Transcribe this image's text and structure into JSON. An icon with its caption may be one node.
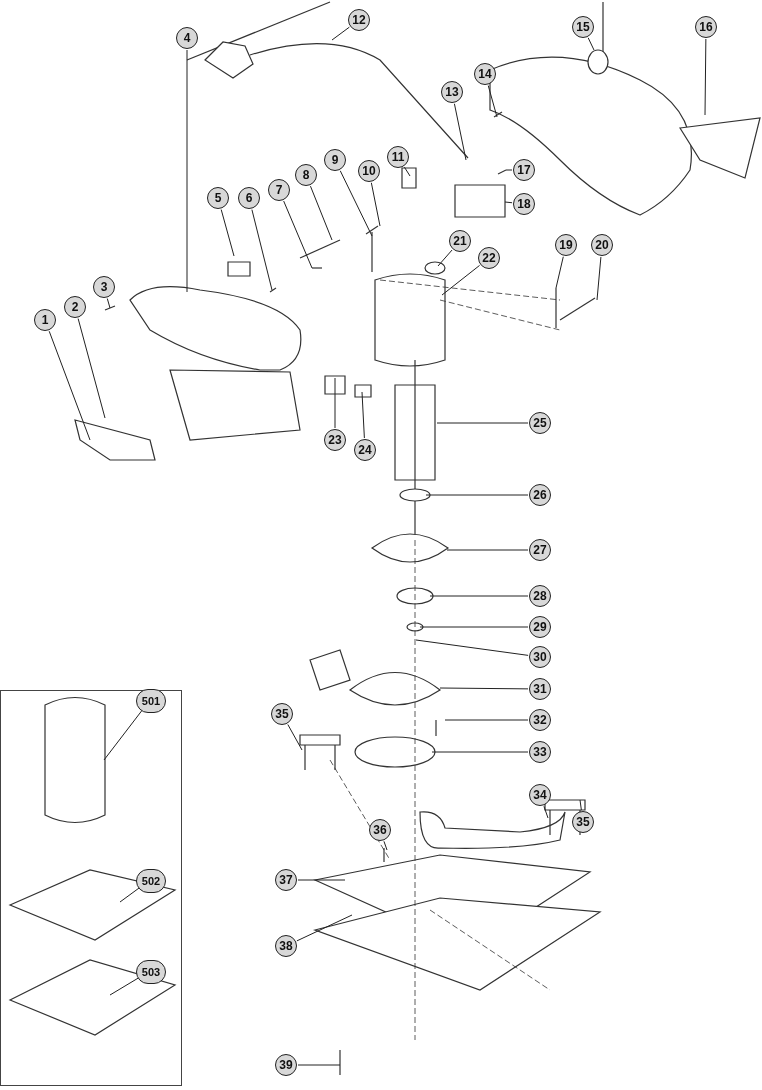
{
  "diagram": {
    "nodes": [
      {
        "text": [
          "1"
        ]
      },
      {
        "text": [
          "2"
        ]
      },
      {
        "text": [
          "3"
        ]
      },
      {
        "text": [
          "4"
        ]
      },
      {
        "text": [
          "5"
        ]
      },
      {
        "text": [
          "6"
        ]
      },
      {
        "text": [
          "7"
        ]
      },
      {
        "text": [
          "8"
        ]
      },
      {
        "text": [
          "9"
        ]
      },
      {
        "text": [
          "10"
        ]
      },
      {
        "text": [
          "11"
        ]
      },
      {
        "text": [
          "12"
        ]
      },
      {
        "text": [
          "13"
        ]
      },
      {
        "text": [
          "14"
        ]
      },
      {
        "text": [
          "15"
        ]
      },
      {
        "text": [
          "16"
        ]
      },
      {
        "text": [
          "17"
        ]
      },
      {
        "text": [
          "18"
        ]
      },
      {
        "text": [
          "19"
        ]
      },
      {
        "text": [
          "20"
        ]
      },
      {
        "text": [
          "21"
        ]
      },
      {
        "text": [
          "22"
        ]
      },
      {
        "text": [
          "23"
        ]
      },
      {
        "text": [
          "24"
        ]
      },
      {
        "text": [
          "25"
        ]
      },
      {
        "text": [
          "26"
        ]
      },
      {
        "text": [
          "27"
        ]
      },
      {
        "text": [
          "28"
        ]
      },
      {
        "text": [
          "29"
        ]
      },
      {
        "text": [
          "30"
        ]
      },
      {
        "text": [
          "31"
        ]
      },
      {
        "text": [
          "32"
        ]
      },
      {
        "text": [
          "33"
        ]
      },
      {
        "text": [
          "34"
        ]
      },
      {
        "text": [
          "35"
        ]
      },
      {
        "text": [
          "35"
        ]
      },
      {
        "text": [
          "36"
        ]
      },
      {
        "text": [
          "37"
        ]
      },
      {
        "text": [
          "38"
        ]
      },
      {
        "text": [
          "39"
        ]
      },
      {
        "text": [],
        "shape": "box"
      },
      {
        "text": [
          "501"
        ],
        "in": 40
      },
      {
        "text": [
          "502"
        ],
        "in": 40
      },
      {
        "text": [
          "503"
        ],
        "in": 40
      }
    ],
    "edges": [
      {
        "from": 0,
        "to": null,
        "arrow": "none"
      },
      {
        "from": 1,
        "to": null,
        "arrow": "none"
      },
      {
        "from": 2,
        "to": null,
        "arrow": "none"
      },
      {
        "from": 3,
        "to": null,
        "arrow": "none"
      },
      {
        "from": 4,
        "to": null,
        "arrow": "none"
      },
      {
        "from": 5,
        "to": null,
        "arrow": "none"
      },
      {
        "from": 6,
        "to": null,
        "arrow": "none"
      },
      {
        "from": 7,
        "to": null,
        "arrow": "none"
      },
      {
        "from": 8,
        "to": null,
        "arrow": "none"
      },
      {
        "from": 9,
        "to": null,
        "arrow": "none"
      },
      {
        "from": 10,
        "to": null,
        "arrow": "none"
      },
      {
        "from": 11,
        "to": null,
        "arrow": "none"
      },
      {
        "from": 12,
        "to": null,
        "arrow": "none"
      },
      {
        "from": 13,
        "to": null,
        "arrow": "none"
      },
      {
        "from": 14,
        "to": null,
        "arrow": "none"
      },
      {
        "from": 15,
        "to": null,
        "arrow": "none"
      },
      {
        "from": 16,
        "to": null,
        "arrow": "none"
      },
      {
        "from": 17,
        "to": null,
        "arrow": "none"
      },
      {
        "from": 18,
        "to": null,
        "arrow": "none"
      },
      {
        "from": 19,
        "to": null,
        "arrow": "none"
      },
      {
        "from": 20,
        "to": null,
        "arrow": "none"
      },
      {
        "from": 21,
        "to": null,
        "arrow": "none"
      },
      {
        "from": 22,
        "to": null,
        "arrow": "none"
      },
      {
        "from": 23,
        "to": null,
        "arrow": "none"
      },
      {
        "from": 24,
        "to": null,
        "arrow": "none"
      },
      {
        "from": 25,
        "to": null,
        "arrow": "none"
      },
      {
        "from": 26,
        "to": null,
        "arrow": "none"
      },
      {
        "from": 27,
        "to": null,
        "arrow": "none"
      },
      {
        "from": 28,
        "to": null,
        "arrow": "none"
      },
      {
        "from": 29,
        "to": null,
        "arrow": "none"
      },
      {
        "from": 30,
        "to": null,
        "arrow": "none"
      },
      {
        "from": 31,
        "to": null,
        "arrow": "none"
      },
      {
        "from": 32,
        "to": null,
        "arrow": "none"
      },
      {
        "from": 33,
        "to": null,
        "arrow": "none"
      },
      {
        "from": 34,
        "to": null,
        "arrow": "none"
      },
      {
        "from": 35,
        "to": null,
        "arrow": "none"
      },
      {
        "from": 36,
        "to": null,
        "arrow": "none"
      },
      {
        "from": 37,
        "to": null,
        "arrow": "none"
      },
      {
        "from": 38,
        "to": null,
        "arrow": "none"
      },
      {
        "from": 39,
        "to": null,
        "arrow": "none"
      },
      {
        "from": 41,
        "to": null,
        "arrow": "none"
      },
      {
        "from": 42,
        "to": null,
        "arrow": "none"
      },
      {
        "from": 43,
        "to": null,
        "arrow": "none"
      }
    ]
  }
}
